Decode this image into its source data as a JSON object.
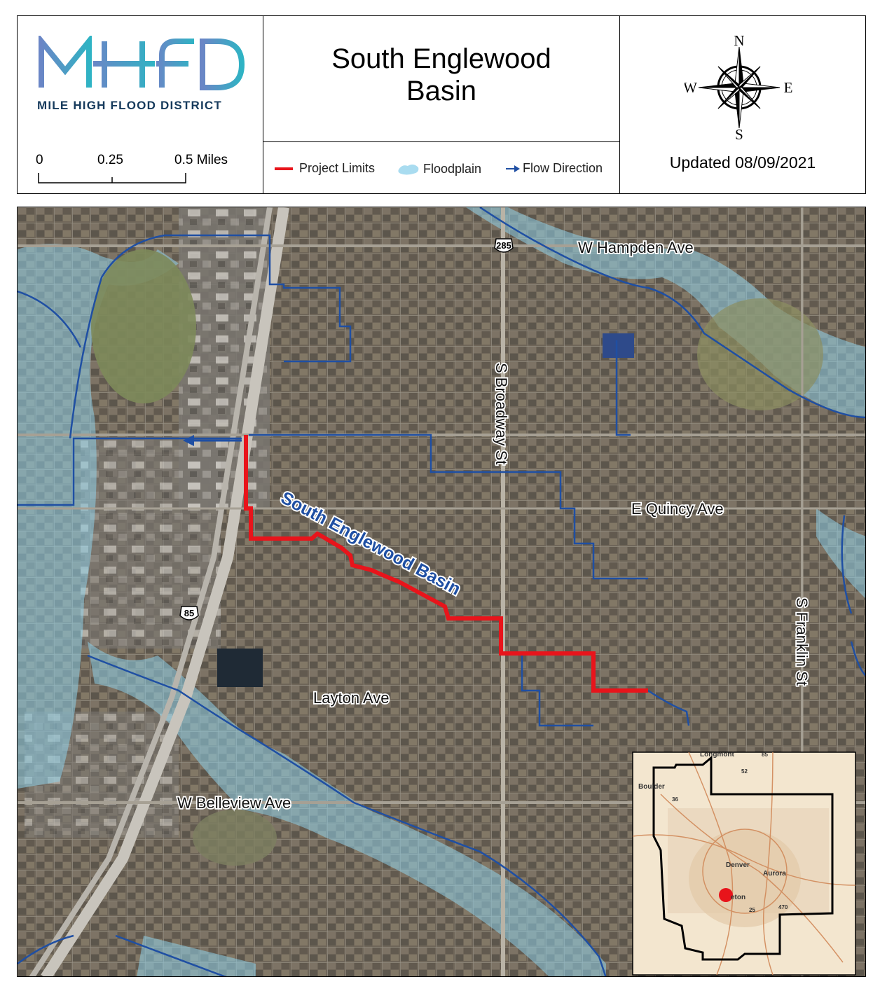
{
  "header": {
    "logo": {
      "word": "MHFD",
      "subtitle": "MILE HIGH FLOOD DISTRICT"
    },
    "title_line1": "South Englewood",
    "title_line2": "Basin",
    "scale_bar": {
      "labels": [
        "0",
        "0.25",
        "0.5 Miles"
      ]
    },
    "legend": {
      "project_limits": "Project Limits",
      "floodplain": "Floodplain",
      "flow_direction": "Flow Direction"
    },
    "compass": {
      "n": "N",
      "s": "S",
      "e": "E",
      "w": "W"
    },
    "updated": "Updated 08/09/2021"
  },
  "map": {
    "basin_label": "South Englewood Basin",
    "roads": {
      "hampden": "W Hampden Ave",
      "broadway": "S Broadway St",
      "quincy": "E Quincy Ave",
      "franklin": "S Franklin St",
      "layton": "Layton Ave",
      "belleview": "W Belleview Ave"
    },
    "highway_shields": {
      "us285": "285",
      "us85": "85"
    },
    "inset": {
      "labels": {
        "denver": "Denver",
        "aurora": "Aurora",
        "boulder": "Boulder",
        "longmont": "Longmont",
        "littleton": "eton"
      },
      "shields": {
        "s52": "52",
        "s36": "36",
        "s470": "470",
        "s25": "25",
        "s85": "85"
      }
    }
  },
  "colors": {
    "project_limits": "#e8141b",
    "flow": "#1f4fa3",
    "floodplain": "#8fd0e8",
    "logo_gradient_start": "#6a86c6",
    "logo_gradient_end": "#2fb3c4",
    "imagery_base": "#6e6558"
  }
}
